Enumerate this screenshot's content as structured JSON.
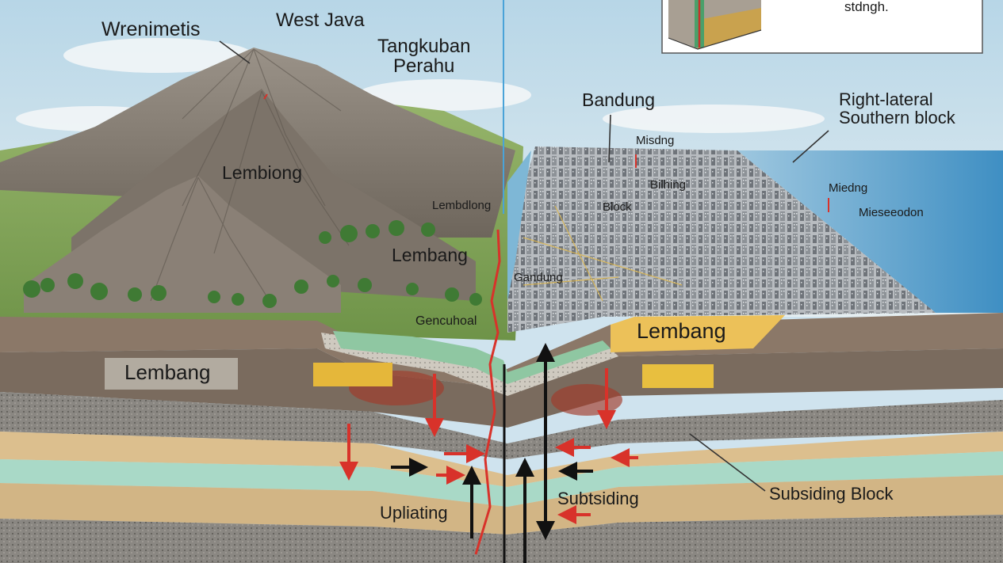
{
  "labels": {
    "wrenmetis": "Wrenimetis",
    "west_java": "West Java",
    "tangkuban": "Tangkuban\nPerahu",
    "lembang_upper": "Lembiong",
    "lembang_mid": "Lembang",
    "lembdong": "Lembdlong",
    "gencul": "Gencuhoal",
    "lembang_box_left": "Lembang",
    "lembang_box_right": "Lembang",
    "bandung": "Bandung",
    "misdng": "Misdng",
    "bilhing": "Bilhing",
    "block": "Block",
    "gandung": "Gandung",
    "right_lateral": "Right-lateral\nSouthern block",
    "miedng": "Miedng",
    "mieseodon": "Mieseeodon",
    "stdngh": "stdngh.",
    "upliating": "Upliating",
    "subtsiding": "Subtsiding",
    "subsiding_block": "Subsiding Block"
  },
  "colors": {
    "fault_red": "#d8322a",
    "arrow_black": "#111111",
    "sea_blue": "#3c8fc4",
    "band_tan": "#dcbf8e",
    "band_teal": "#a9d9c7",
    "band_gray": "#8f8b84",
    "mountain_gray": "#8e857b",
    "green": "#7fa65a"
  }
}
